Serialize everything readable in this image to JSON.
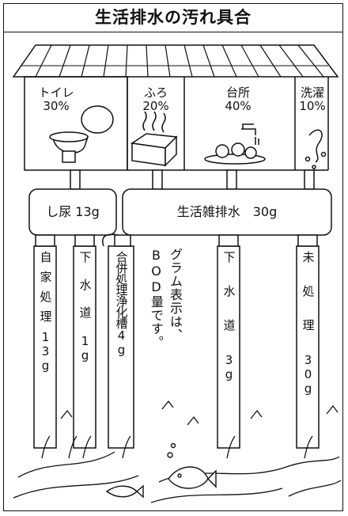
{
  "title": "生活排水の汚れ具合",
  "rooms": [
    {
      "name": "トイレ",
      "percent": "30%"
    },
    {
      "name": "ふろ",
      "percent": "20%"
    },
    {
      "name": "台所",
      "percent": "40%"
    },
    {
      "name": "洗濯",
      "percent": "10%"
    }
  ],
  "tanks": {
    "left": "し尿 13g",
    "right": "生活雑排水　30g"
  },
  "pipes": [
    {
      "text": "自家処理",
      "amount": "13g"
    },
    {
      "text": "下水道",
      "amount": "1g"
    },
    {
      "text": "合併処理浄化槽",
      "amount": "4g"
    },
    {
      "text": "下水道",
      "amount": "3g"
    },
    {
      "text": "未処理",
      "amount": "30g"
    }
  ],
  "note": {
    "line1": "グラム表示は、",
    "line2": "BOD量です。"
  }
}
